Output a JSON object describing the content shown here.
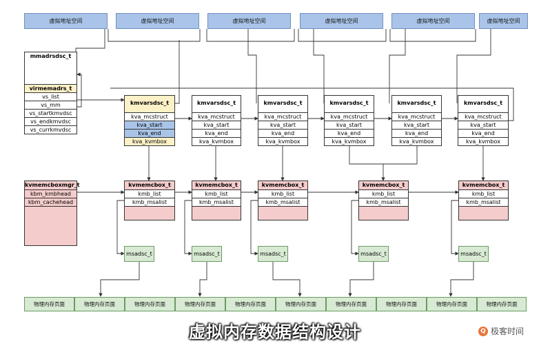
{
  "vas_label": "虚拟地址空间",
  "phys_label": "物理内存页面",
  "mmadrsdsc": {
    "title": "mmadrsdsc_t",
    "fields": [
      "virmemadrs_t",
      "vs_list",
      "vs_mm",
      "vs_startkmvdsc",
      "vs_endkmvdsc",
      "vs_currkmvdsc"
    ]
  },
  "kmvarsdsc": {
    "title": "kmvarsdsc_t",
    "fields": [
      "kva_mcstruct",
      "kva_start",
      "kva_end",
      "kva_kvmbox"
    ]
  },
  "kvmemcboxmgr": {
    "title": "kvmemcboxmgr_t",
    "fields": [
      "kbm_kmbhead",
      "kbm_cachehead"
    ]
  },
  "kvmemcbox": {
    "title": "kvmemcbox_t",
    "fields": [
      "kmb_list",
      "kmb_msalist"
    ]
  },
  "msadsc_label": "msadsc_t",
  "caption": "虚拟内存数据结构设计",
  "logo_text": "极客时间",
  "colors": {
    "vas_blue": "#a9c4e8",
    "phys_green": "#d8ead3",
    "box_pink": "#f4cccc",
    "field_yellow": "#fdf1c7"
  }
}
